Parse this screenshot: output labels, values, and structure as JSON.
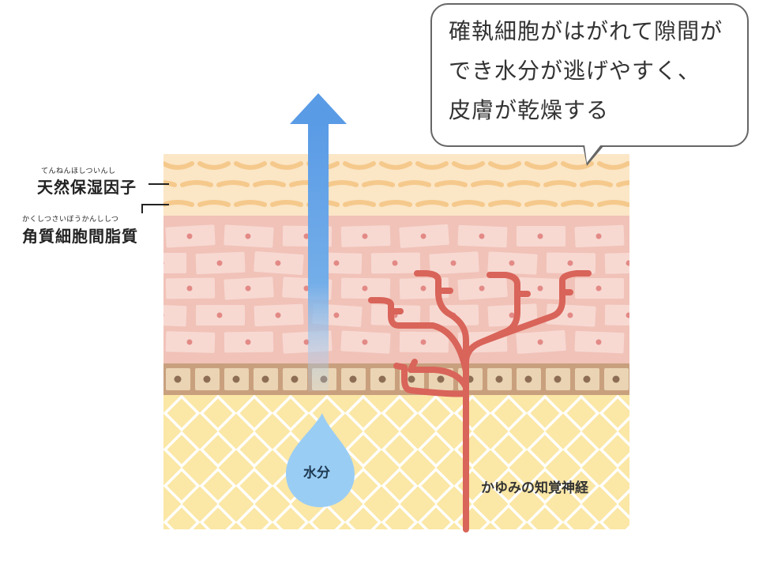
{
  "callout": {
    "lines": [
      "確執細胞がはがれて隙間が",
      "でき水分が逃げやすく、",
      "皮膚が乾燥する"
    ]
  },
  "labels": {
    "nmf": {
      "ruby": "てんねんほしついんし",
      "text": "天然保湿因子"
    },
    "lipid": {
      "ruby": "かくしつさいぼうかんししつ",
      "text": "角質細胞間脂質"
    },
    "water": "水分",
    "nerve": "かゆみの知覚神経"
  },
  "colors": {
    "surface": "#fbe6c6",
    "surface_scale": "#f5c98c",
    "stratum": "#f1c2b8",
    "cell": "#f7d9d2",
    "cell_nucleus": "#e38a86",
    "basal": "#c9a07e",
    "basal_cell": "#ead4b3",
    "basal_nucleus": "#8d6e55",
    "dermis": "#fbe7a6",
    "dermis_lattice": "#ffffff",
    "nerve": "#d9645a",
    "arrow": "#5a9be6",
    "droplet": "#9acdf4"
  },
  "icons": [
    "up-arrow-icon",
    "water-droplet-icon",
    "nerve-branch-icon"
  ]
}
